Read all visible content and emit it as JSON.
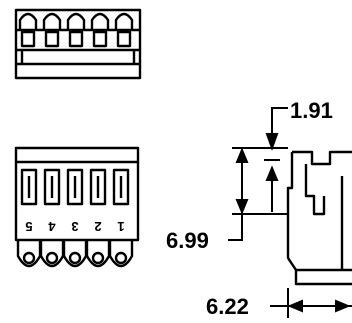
{
  "dimensions": {
    "top_offset": "1.91",
    "height": "6.99",
    "width": "6.22"
  },
  "pin_numbers": [
    "5",
    "4",
    "3",
    "2",
    "1"
  ],
  "colors": {
    "line": "#000000",
    "background": "#ffffff"
  }
}
